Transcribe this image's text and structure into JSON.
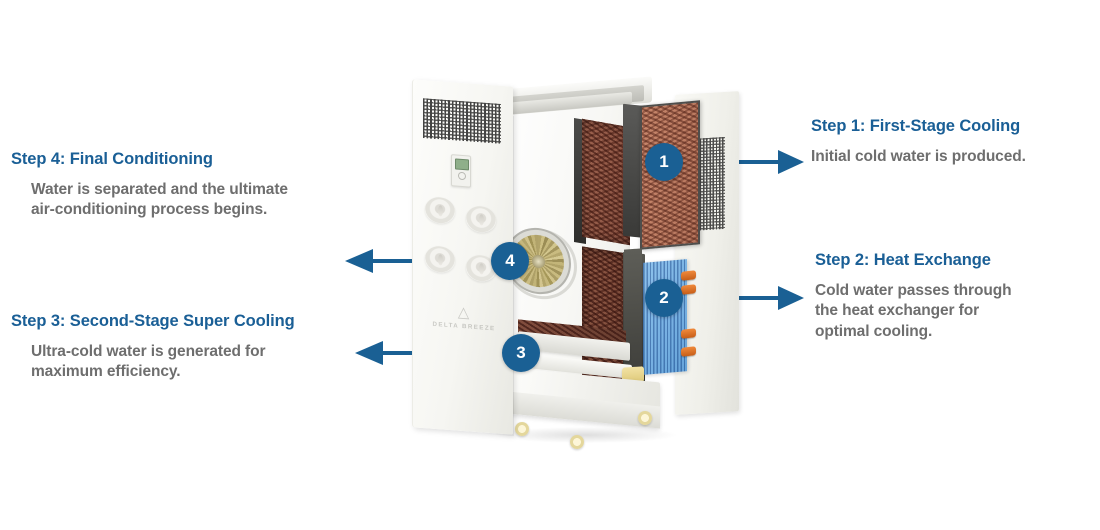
{
  "page": {
    "title": "Delta Breeze Cooling Process Diagram",
    "background_color": "#ffffff",
    "accent_blue": "#1a5f96",
    "badge_blue": "#1a6094",
    "body_text_color": "#6e6e6e"
  },
  "steps": [
    {
      "number": "1",
      "title": "Step 1:  First-Stage Cooling",
      "body": "Initial cold water is produced.",
      "side": "right",
      "arrow_direction": "right"
    },
    {
      "number": "2",
      "title": "Step 2: Heat Exchange",
      "body": "Cold water passes through the heat exchanger for optimal cooling.",
      "body_lines": [
        "Cold water passes through",
        "the heat exchanger for",
        "optimal cooling."
      ],
      "side": "right",
      "arrow_direction": "right"
    },
    {
      "number": "3",
      "title": "Step 3: Second-Stage Super Cooling",
      "body": "Ultra-cold water is generated for maximum efficiency.",
      "body_lines": [
        "Ultra-cold water is generated for",
        "maximum efficiency."
      ],
      "side": "left",
      "arrow_direction": "left"
    },
    {
      "number": "4",
      "title": "Step 4: Final Conditioning",
      "body": "Water is separated and the ultimate air-conditioning process begins.",
      "body_lines": [
        "Water is separated and the ultimate",
        "air-conditioning process begins."
      ],
      "side": "left",
      "arrow_direction": "left"
    }
  ],
  "product": {
    "brand_name": "DELTA BREEZE",
    "brand_mark": "△",
    "components": {
      "left_door_panel": "left-door-panel",
      "vent_grille": "perforated-vent-grille",
      "control_display": "control-display-panel",
      "knobs": [
        "knob-1",
        "knob-2",
        "knob-3",
        "knob-4"
      ],
      "upper_cooling_pad": "upper-evaporative-cooling-pad",
      "lower_cooling_pad": "lower-evaporative-cooling-pad",
      "heat_exchanger": "blue-finned-heat-exchanger",
      "heat_exchanger_connectors": "orange-pipe-connectors",
      "fan": "brass-centrifugal-fan-wheel",
      "right_door_panel": "right-door-panel",
      "base": "wheeled-base",
      "casters": [
        "caster-1",
        "caster-2",
        "caster-3"
      ]
    }
  }
}
